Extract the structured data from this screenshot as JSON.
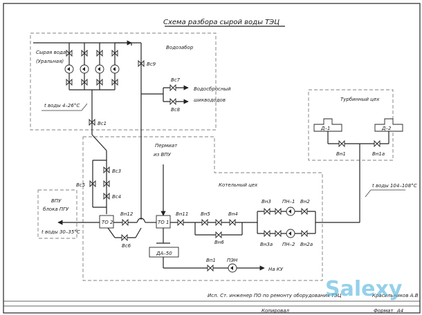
{
  "title": "Схема разбора сырой воды ТЭЦ",
  "zones": {
    "vodozabor": "Водозабор",
    "turbine": "Турбинный цех",
    "boiler": "Котельный цех"
  },
  "source": {
    "line1": "Сырая вода",
    "line2": "(Уральная)"
  },
  "temps": {
    "t_in": "t воды 4–26°С",
    "t_turbine": "t воды 104–108°С",
    "t_out": "t воды 30–35°С"
  },
  "valves": {
    "vs1": "Вс1",
    "vs3": "Вс3",
    "vs4": "Вс4",
    "vs5": "Вс5",
    "vs6": "Вс6",
    "vs7": "Вс7",
    "vs8": "Вс8",
    "vs9": "Вс9",
    "vn1": "Вн1",
    "vn1a": "Вн1а",
    "vn11": "Вн11",
    "vn12": "Вн12",
    "vn2": "Вн2",
    "vn2a": "Вн2а",
    "vn3": "Вн3",
    "vn3a": "Вн3а",
    "vn4": "Вн4",
    "vn5": "Вн5",
    "vn6": "Вн6",
    "vp1": "Вп1"
  },
  "equipment": {
    "to1": "ТО 1",
    "to2": "ТО 2",
    "d1": "Д–1",
    "d2": "Д–2",
    "pn1": "ПН–1",
    "pn2": "ПН–2",
    "da50": "ДА–50",
    "pen": "ПЭН"
  },
  "labels": {
    "drain1": "Водосбросный",
    "drain2": "шиквододов",
    "permeate1": "Пермиат",
    "permeate2": "из ВПУ",
    "vpu1": "ВПУ",
    "vpu2": "блока ПГУ",
    "to_ku": "На КУ"
  },
  "stamp": {
    "author": "Исп. Ст. инженер ПО по ремонту оборудования ТЭЦ",
    "name": "Красильников А.В",
    "copied": "Копировал",
    "format_label": "Формат",
    "format_value": "А4"
  },
  "watermark": "Salexy"
}
